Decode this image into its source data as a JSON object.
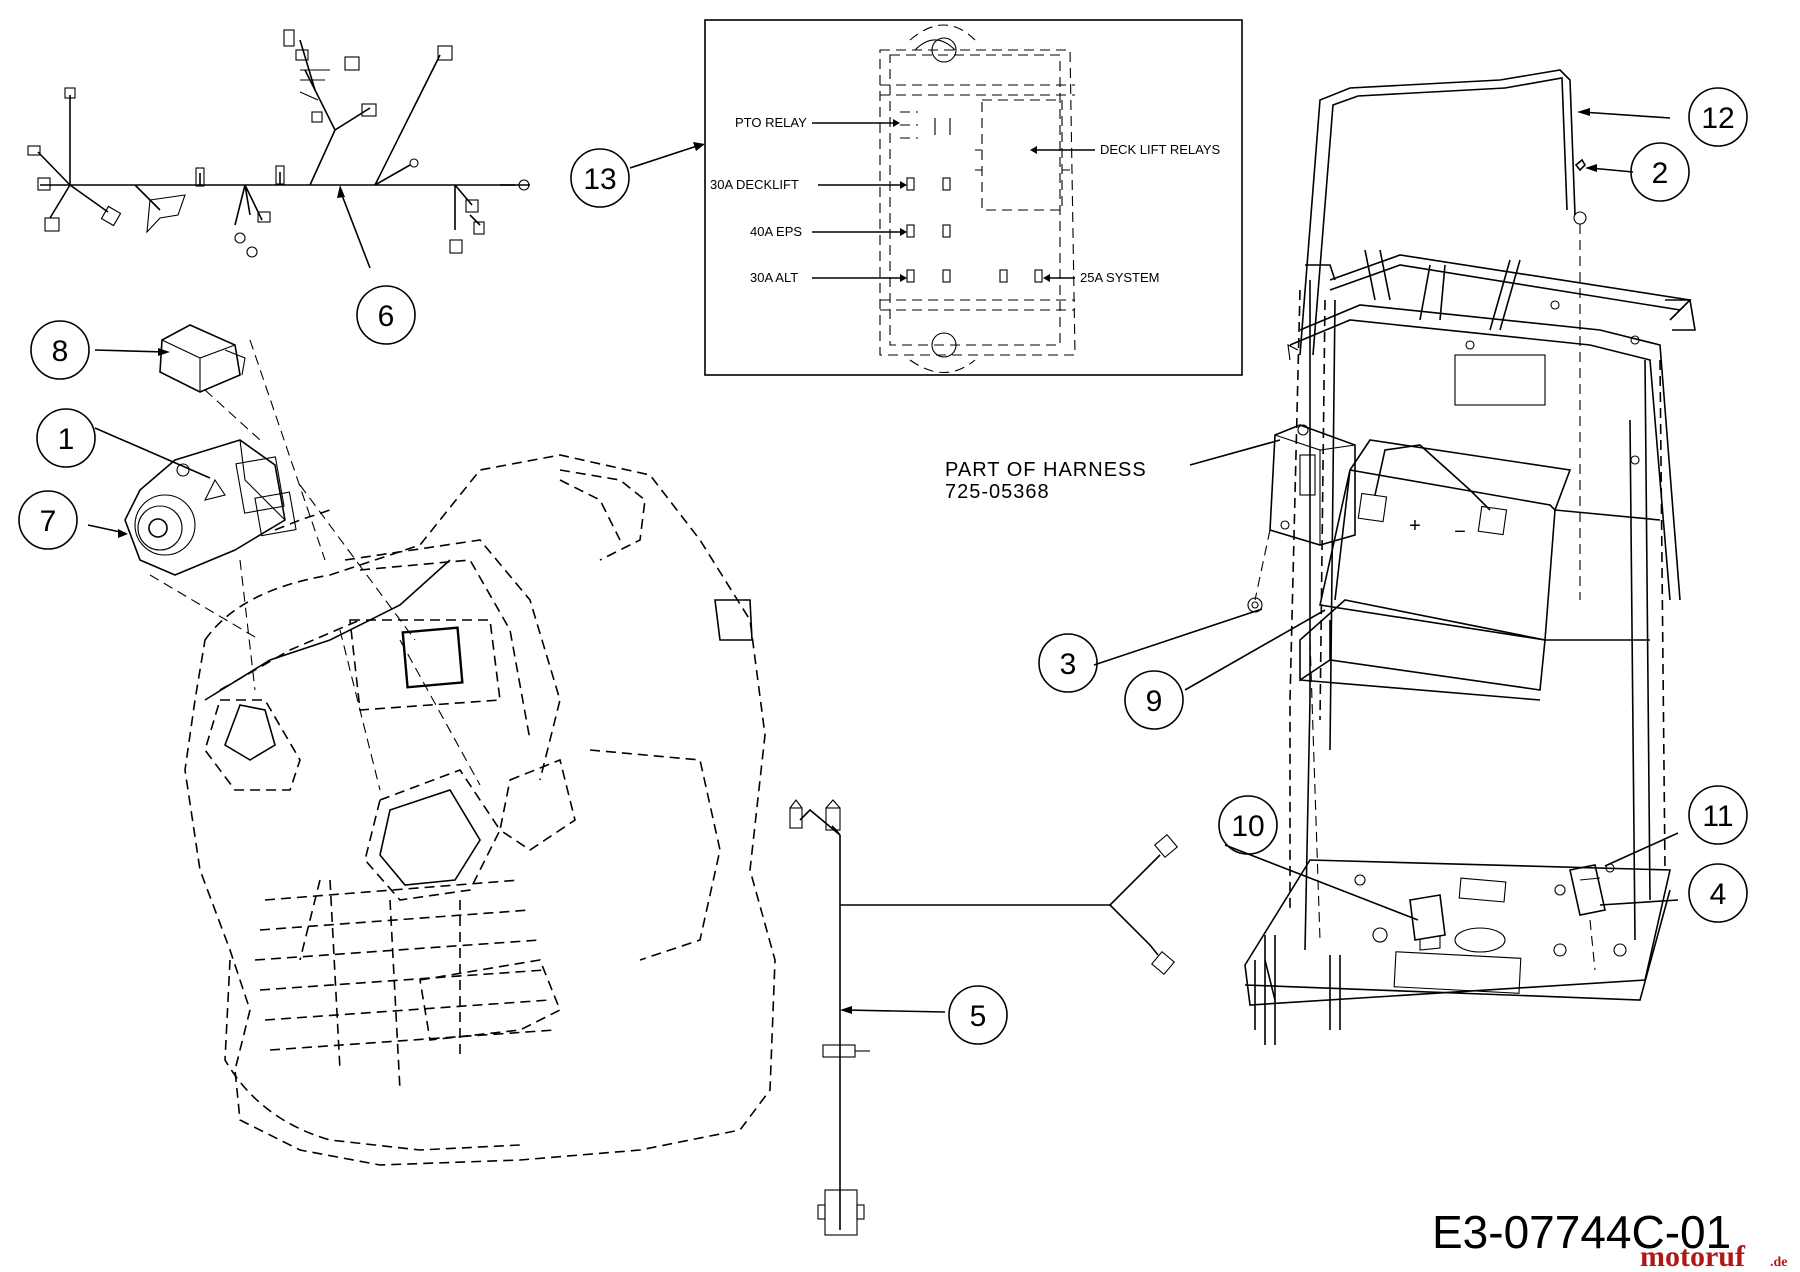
{
  "callouts": [
    "1",
    "2",
    "3",
    "4",
    "5",
    "6",
    "7",
    "8",
    "9",
    "10",
    "11",
    "12",
    "13"
  ],
  "fuse_box": {
    "pto_relay": "PTO RELAY",
    "deck_lift_relays": "DECK LIFT RELAYS",
    "fuse_30a_decklift": "30A DECKLIFT",
    "fuse_40a_eps": "40A EPS",
    "fuse_30a_alt": "30A ALT",
    "fuse_25a_system": "25A SYSTEM"
  },
  "harness_note": {
    "line1": "PART OF HARNESS",
    "line2": "725-05368"
  },
  "battery_terminals": {
    "positive": "+",
    "negative": "−"
  },
  "drawing_number": "E3-07744C-01",
  "watermark": {
    "brand": "motoruf",
    "suffix": ".de"
  },
  "colors": {
    "ink": "#000000",
    "watermark": "#b01818",
    "background": "#ffffff"
  }
}
